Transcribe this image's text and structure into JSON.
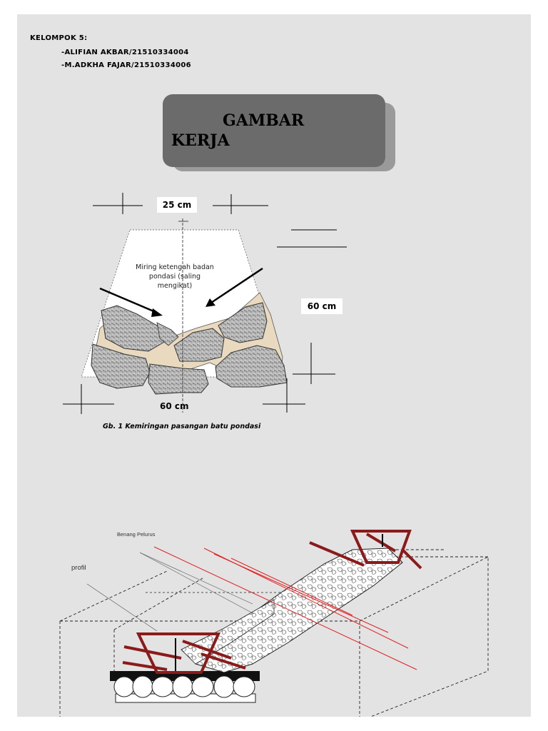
{
  "header": {
    "group": "KELOMPOK 5:",
    "member1": "-ALIFIAN AKBAR/21510334004",
    "member2": "-M.ADKHA FAJAR/21510334006"
  },
  "title": {
    "line1": "GAMBAR",
    "line2": "KERJA"
  },
  "figure1": {
    "top_width": "25 cm",
    "height": "60 cm",
    "bottom_width": "60 cm",
    "annotation_line1": "Miring ketengah badan",
    "annotation_line2": "pondasi (saling",
    "annotation_line3": "mengikat)",
    "caption": "Gb.  1 Kemiringan pasangan batu pondasi"
  },
  "figure2": {
    "label_benang": "Benang Pelurus",
    "label_profil": "profil"
  },
  "colors": {
    "page_bg": "#e3e3e3",
    "title_box": "#6b6b6b",
    "profile_red": "#8b1a1a",
    "string_red": "#e02020"
  }
}
